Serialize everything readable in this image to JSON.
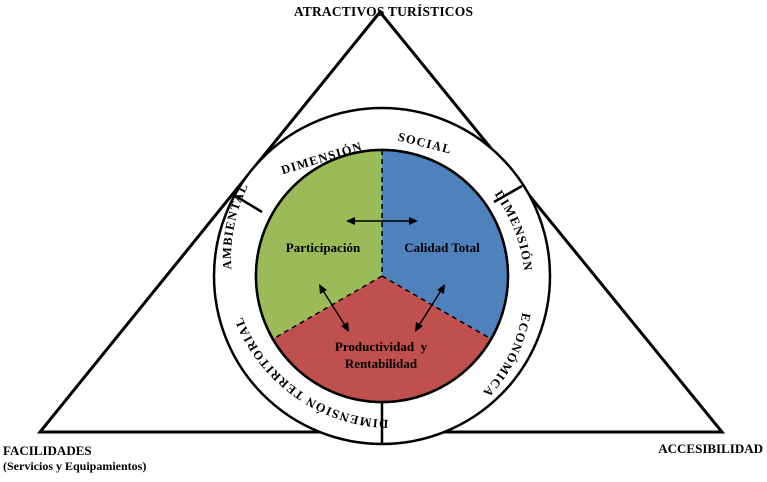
{
  "corners": {
    "top": "ATRACTIVOS TURÍSTICOS",
    "left": "FACILIDADES",
    "left_sub": "(Servicios y Equipamientos)",
    "right": "ACCESIBILIDAD"
  },
  "ring": {
    "dimension_social_1": "DIMENSIÓN",
    "dimension_social_2": "SOCIAL",
    "dimension_economica_1": "DIMENSIÓN",
    "dimension_economica_2": "ECONÓMICA",
    "dimension_territorial": "DIMENSIÓN TERRITORIAL",
    "ambiental": "AMBIENTAL"
  },
  "sectors": {
    "participacion": "Participación",
    "calidad": "Calidad Total",
    "productividad_1": "Productividad  y",
    "productividad_2": "Rentabilidad"
  },
  "colors": {
    "green": "#9bbb59",
    "blue": "#4f81bd",
    "red": "#c0504d",
    "line": "#000000"
  }
}
